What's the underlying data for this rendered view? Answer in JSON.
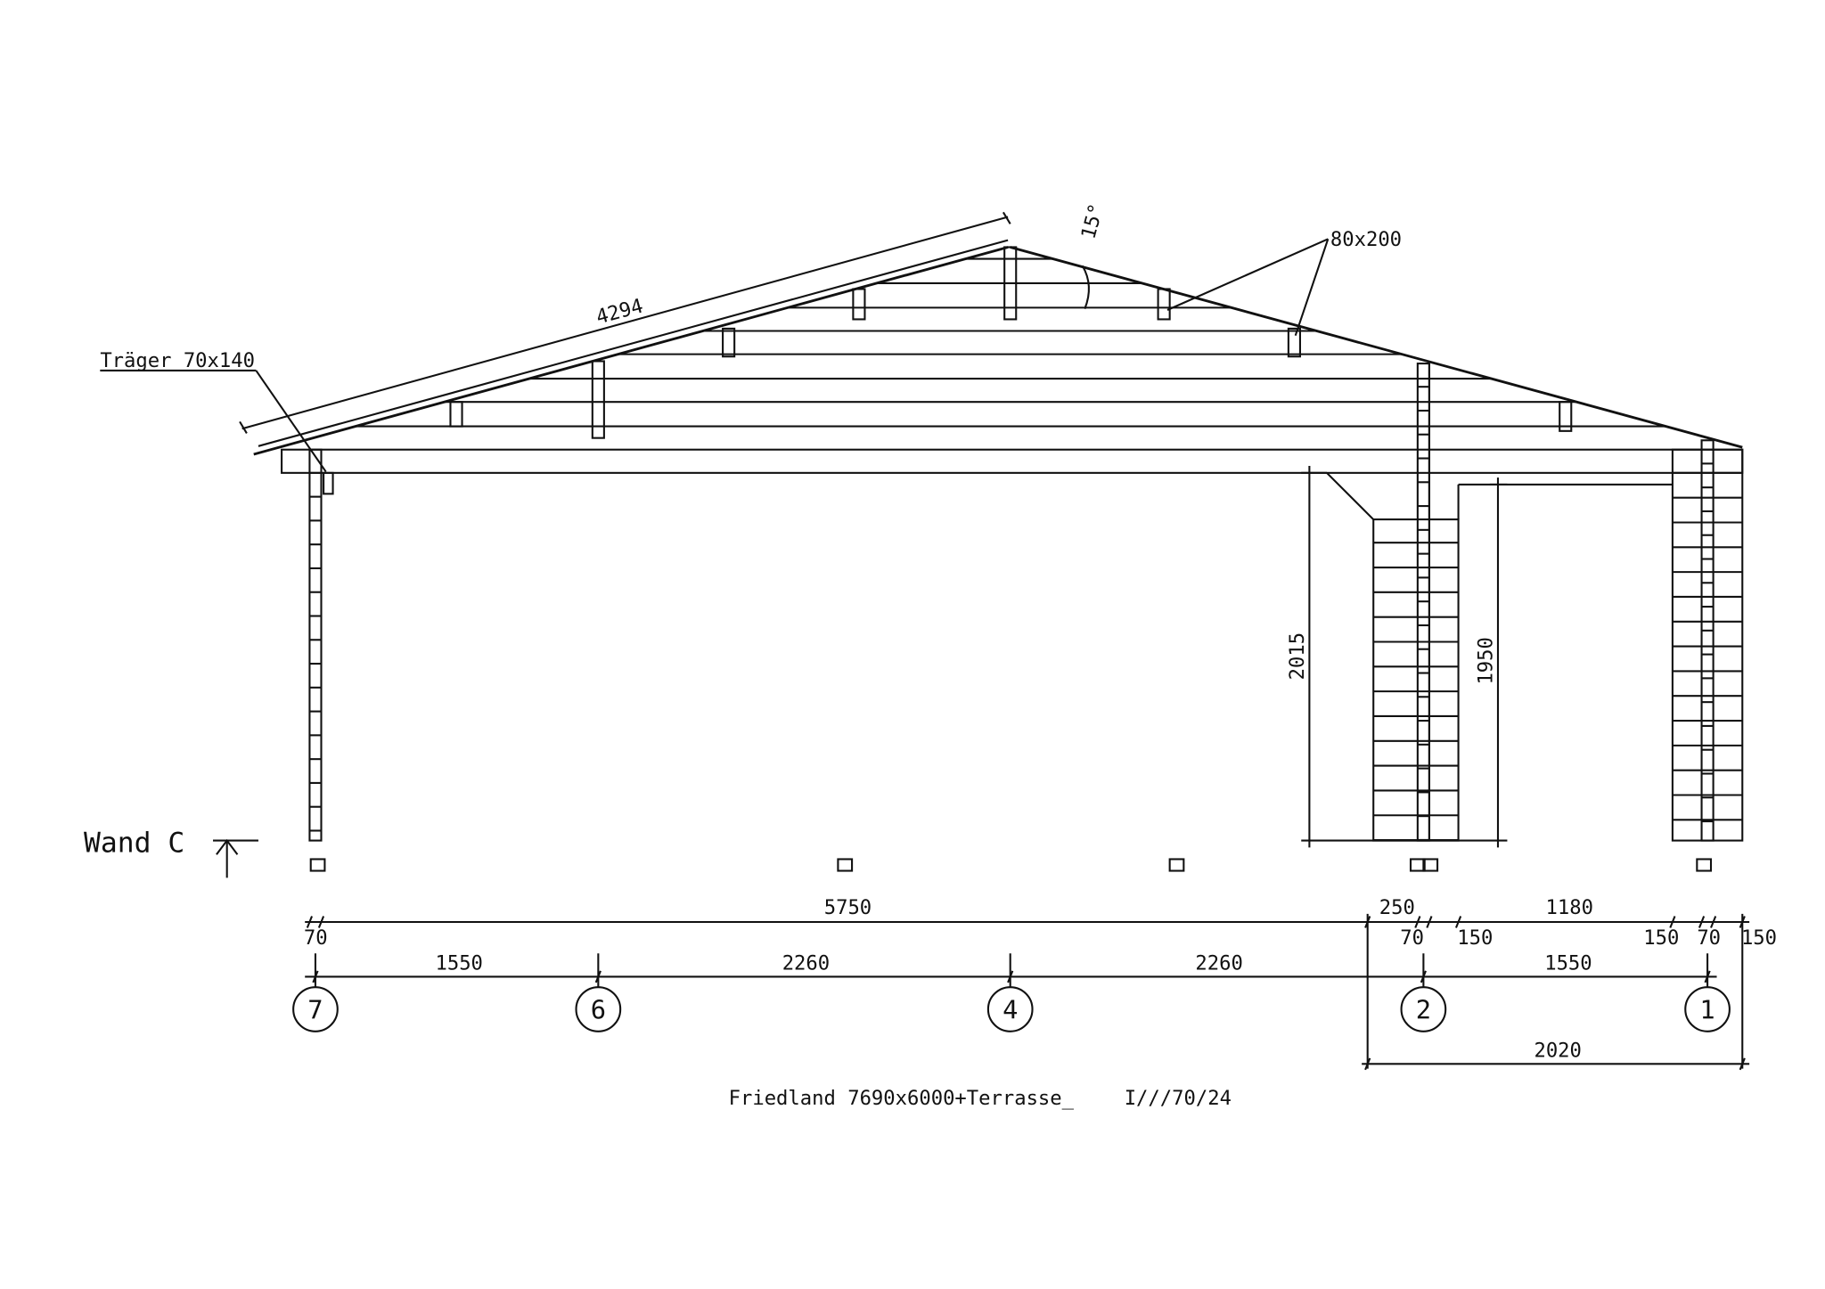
{
  "labels": {
    "roof_length": "4294",
    "angle": "15°",
    "beam_size": "80x200",
    "traeger": "Träger 70x140",
    "wall": "Wand C",
    "h_door": "2015",
    "h_opening": "1950"
  },
  "dims_top": {
    "d5750": "5750",
    "d250": "250",
    "d1180": "1180",
    "d70a": "70",
    "d70b": "70",
    "d70c": "70",
    "d150a": "150",
    "d150b": "150",
    "d150c": "150"
  },
  "dims_axes": {
    "d1550a": "1550",
    "d2260a": "2260",
    "d2260b": "2260",
    "d1550b": "1550",
    "d2020": "2020"
  },
  "axes": [
    "7",
    "6",
    "4",
    "2",
    "1"
  ],
  "footer": {
    "title": "Friedland 7690x6000+Terrasse_",
    "code": "I///70/24"
  }
}
